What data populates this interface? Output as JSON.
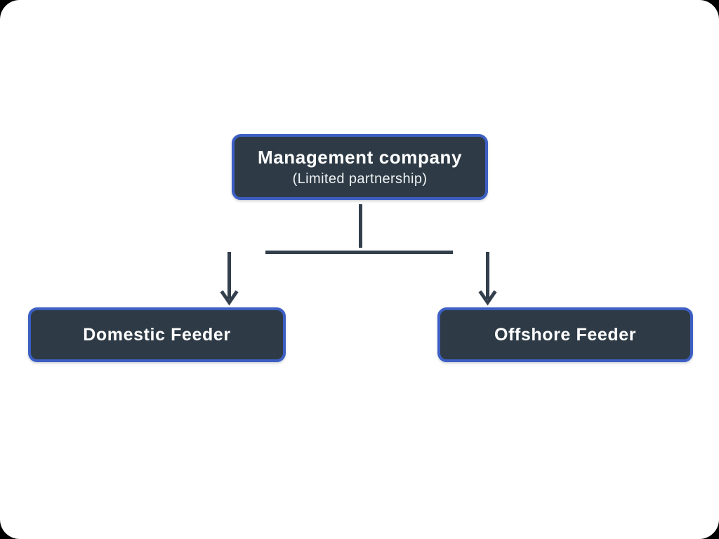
{
  "diagram": {
    "type": "org-chart",
    "nodes": {
      "management": {
        "title": "Management company",
        "subtitle": "(Limited partnership)"
      },
      "domestic": {
        "label": "Domestic Feeder"
      },
      "offshore": {
        "label": "Offshore Feeder"
      }
    },
    "connectors": [
      {
        "from": "management",
        "to": "domestic",
        "style": "arrow-down"
      },
      {
        "from": "management",
        "to": "offshore",
        "style": "arrow-down"
      }
    ]
  },
  "colors": {
    "node_fill": "#2e3b46",
    "node_border": "#3d5fc4",
    "connector": "#333f4c",
    "title_text": "#ffffff",
    "subtitle_text": "#eef1f3",
    "page_background": "#ffffff",
    "outside_background": "#000000"
  }
}
